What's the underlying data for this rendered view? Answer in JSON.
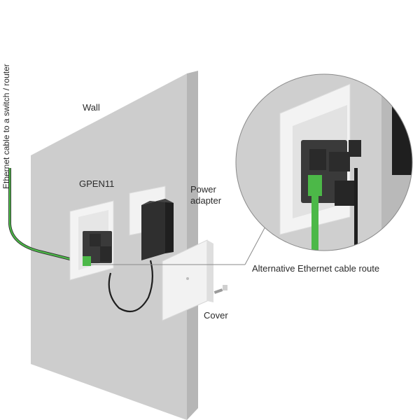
{
  "labels": {
    "ethernet_cable": "Ethernet cable to a switch / router",
    "wall": "Wall",
    "device": "GPEN11",
    "power_adapter_line1": "Power",
    "power_adapter_line2": "adapter",
    "alt_route": "Alternative Ethernet cable route",
    "cover": "Cover"
  },
  "colors": {
    "wall_front": "#cfcfcf",
    "wall_side": "#b9b9b9",
    "plate": "#f2f2f2",
    "device_dark": "#3a3a3a",
    "ethernet_green": "#4cb848",
    "leader_line": "#8a8a8a"
  }
}
